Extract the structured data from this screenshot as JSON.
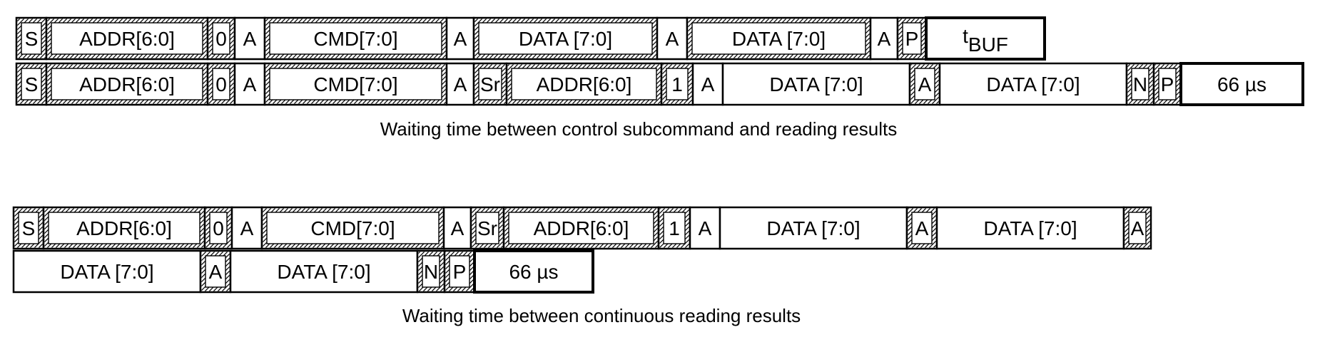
{
  "diagram": {
    "colors": {
      "stroke": "#000000",
      "background": "#ffffff",
      "hatch": "#000000"
    },
    "sequences": [
      {
        "rows": [
          [
            {
              "text": "S",
              "style": "master"
            },
            {
              "text": "ADDR[6:0]",
              "style": "master"
            },
            {
              "text": "0",
              "style": "master"
            },
            {
              "text": "A",
              "style": "slave"
            },
            {
              "text": "CMD[7:0]",
              "style": "master"
            },
            {
              "text": "A",
              "style": "slave"
            },
            {
              "text": "DATA [7:0]",
              "style": "master"
            },
            {
              "text": "A",
              "style": "slave"
            },
            {
              "text": "DATA [7:0]",
              "style": "master"
            },
            {
              "text": "A",
              "style": "slave"
            },
            {
              "text": "P",
              "style": "master"
            },
            {
              "text": "t",
              "sub": "BUF",
              "style": "wait"
            }
          ],
          [
            {
              "text": "S",
              "style": "master"
            },
            {
              "text": "ADDR[6:0]",
              "style": "master"
            },
            {
              "text": "0",
              "style": "master"
            },
            {
              "text": "A",
              "style": "slave"
            },
            {
              "text": "CMD[7:0]",
              "style": "master"
            },
            {
              "text": "A",
              "style": "slave"
            },
            {
              "text": "Sr",
              "style": "master"
            },
            {
              "text": "ADDR[6:0]",
              "style": "master"
            },
            {
              "text": "1",
              "style": "master"
            },
            {
              "text": "A",
              "style": "slave"
            },
            {
              "text": "DATA [7:0]",
              "style": "slave"
            },
            {
              "text": "A",
              "style": "master"
            },
            {
              "text": "DATA [7:0]",
              "style": "slave"
            },
            {
              "text": "N",
              "style": "master"
            },
            {
              "text": "P",
              "style": "master"
            },
            {
              "text": "66 µs",
              "style": "wait"
            }
          ]
        ],
        "caption": "Waiting time between control subcommand and reading results"
      },
      {
        "rows": [
          [
            {
              "text": "S",
              "style": "master"
            },
            {
              "text": "ADDR[6:0]",
              "style": "master"
            },
            {
              "text": "0",
              "style": "master"
            },
            {
              "text": "A",
              "style": "slave"
            },
            {
              "text": "CMD[7:0]",
              "style": "master"
            },
            {
              "text": "A",
              "style": "slave"
            },
            {
              "text": "Sr",
              "style": "master"
            },
            {
              "text": "ADDR[6:0]",
              "style": "master"
            },
            {
              "text": "1",
              "style": "master"
            },
            {
              "text": "A",
              "style": "slave"
            },
            {
              "text": "DATA [7:0]",
              "style": "slave"
            },
            {
              "text": "A",
              "style": "master"
            },
            {
              "text": "DATA [7:0]",
              "style": "slave"
            },
            {
              "text": "A",
              "style": "master"
            }
          ],
          [
            {
              "text": "DATA [7:0]",
              "style": "slave"
            },
            {
              "text": "A",
              "style": "master"
            },
            {
              "text": "DATA [7:0]",
              "style": "slave"
            },
            {
              "text": "N",
              "style": "master"
            },
            {
              "text": "P",
              "style": "master"
            },
            {
              "text": "66 µs",
              "style": "wait"
            }
          ]
        ],
        "caption": "Waiting time between continuous reading results"
      }
    ]
  }
}
